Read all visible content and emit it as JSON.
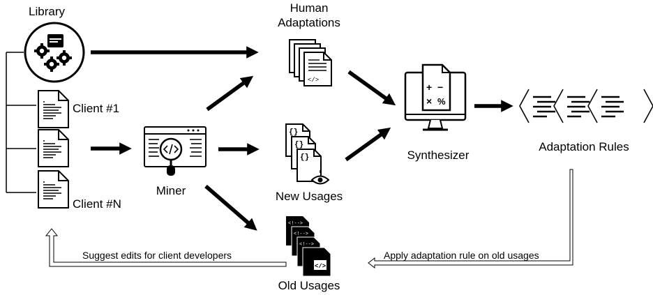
{
  "nodes": {
    "library": "Library",
    "human_adaptations_line1": "Human",
    "human_adaptations_line2": "Adaptations",
    "client_1": "Client #1",
    "client_n": "Client #N",
    "miner": "Miner",
    "new_usages": "New Usages",
    "synthesizer": "Synthesizer",
    "adaptation_rules": "Adaptation Rules",
    "old_usages": "Old Usages"
  },
  "edges": {
    "suggest_edits": "Suggest edits for client developers",
    "apply_rule": "Apply adaptation rule on old usages"
  },
  "icon_glyphs": {
    "braces": "{}",
    "comment_tag": "<!-->",
    "code_tag": "</>",
    "plus": "+",
    "minus": "−",
    "times": "×",
    "percent": "%"
  },
  "colors": {
    "ink": "#000000",
    "paper": "#ffffff",
    "page_fill": "#f4f4f4"
  }
}
